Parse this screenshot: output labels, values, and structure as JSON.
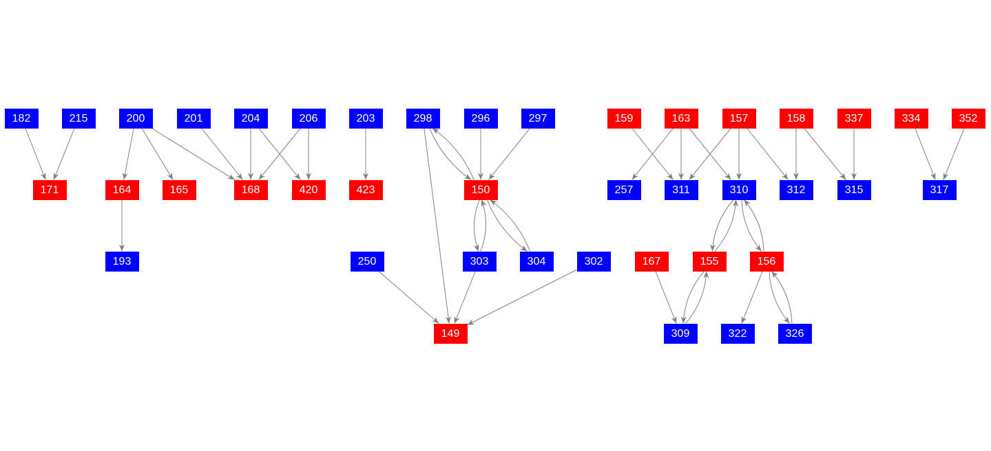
{
  "colors": {
    "red": "#ff0000",
    "blue": "#0000ff",
    "edge": "#808080"
  },
  "nodes": [
    {
      "id": "182",
      "color": "blue"
    },
    {
      "id": "215",
      "color": "blue"
    },
    {
      "id": "200",
      "color": "blue"
    },
    {
      "id": "201",
      "color": "blue"
    },
    {
      "id": "204",
      "color": "blue"
    },
    {
      "id": "206",
      "color": "blue"
    },
    {
      "id": "203",
      "color": "blue"
    },
    {
      "id": "298",
      "color": "blue"
    },
    {
      "id": "296",
      "color": "blue"
    },
    {
      "id": "297",
      "color": "blue"
    },
    {
      "id": "159",
      "color": "red"
    },
    {
      "id": "163",
      "color": "red"
    },
    {
      "id": "157",
      "color": "red"
    },
    {
      "id": "158",
      "color": "red"
    },
    {
      "id": "337",
      "color": "red"
    },
    {
      "id": "334",
      "color": "red"
    },
    {
      "id": "352",
      "color": "red"
    },
    {
      "id": "171",
      "color": "red"
    },
    {
      "id": "164",
      "color": "red"
    },
    {
      "id": "165",
      "color": "red"
    },
    {
      "id": "168",
      "color": "red"
    },
    {
      "id": "420",
      "color": "red"
    },
    {
      "id": "423",
      "color": "red"
    },
    {
      "id": "150",
      "color": "red"
    },
    {
      "id": "257",
      "color": "blue"
    },
    {
      "id": "311",
      "color": "blue"
    },
    {
      "id": "310",
      "color": "blue"
    },
    {
      "id": "312",
      "color": "blue"
    },
    {
      "id": "315",
      "color": "blue"
    },
    {
      "id": "317",
      "color": "blue"
    },
    {
      "id": "193",
      "color": "blue"
    },
    {
      "id": "250",
      "color": "blue"
    },
    {
      "id": "303",
      "color": "blue"
    },
    {
      "id": "304",
      "color": "blue"
    },
    {
      "id": "302",
      "color": "blue"
    },
    {
      "id": "167",
      "color": "red"
    },
    {
      "id": "155",
      "color": "red"
    },
    {
      "id": "156",
      "color": "red"
    },
    {
      "id": "149",
      "color": "red"
    },
    {
      "id": "309",
      "color": "blue"
    },
    {
      "id": "322",
      "color": "blue"
    },
    {
      "id": "326",
      "color": "blue"
    }
  ],
  "edges": [
    [
      "182",
      "171"
    ],
    [
      "215",
      "171"
    ],
    [
      "200",
      "164"
    ],
    [
      "200",
      "165"
    ],
    [
      "200",
      "168"
    ],
    [
      "201",
      "168"
    ],
    [
      "204",
      "168"
    ],
    [
      "204",
      "420"
    ],
    [
      "206",
      "168"
    ],
    [
      "206",
      "420"
    ],
    [
      "203",
      "423"
    ],
    [
      "164",
      "193"
    ],
    [
      "298",
      "150"
    ],
    [
      "150",
      "298"
    ],
    [
      "296",
      "150"
    ],
    [
      "297",
      "150"
    ],
    [
      "298",
      "149"
    ],
    [
      "150",
      "303"
    ],
    [
      "303",
      "150"
    ],
    [
      "150",
      "304"
    ],
    [
      "304",
      "150"
    ],
    [
      "303",
      "149"
    ],
    [
      "250",
      "149"
    ],
    [
      "302",
      "149"
    ],
    [
      "159",
      "311"
    ],
    [
      "163",
      "257"
    ],
    [
      "163",
      "311"
    ],
    [
      "163",
      "310"
    ],
    [
      "157",
      "311"
    ],
    [
      "157",
      "310"
    ],
    [
      "157",
      "312"
    ],
    [
      "158",
      "312"
    ],
    [
      "158",
      "315"
    ],
    [
      "337",
      "315"
    ],
    [
      "334",
      "317"
    ],
    [
      "352",
      "317"
    ],
    [
      "310",
      "155"
    ],
    [
      "155",
      "310"
    ],
    [
      "310",
      "156"
    ],
    [
      "156",
      "310"
    ],
    [
      "167",
      "309"
    ],
    [
      "155",
      "309"
    ],
    [
      "309",
      "155"
    ],
    [
      "156",
      "322"
    ],
    [
      "156",
      "326"
    ],
    [
      "326",
      "156"
    ]
  ]
}
